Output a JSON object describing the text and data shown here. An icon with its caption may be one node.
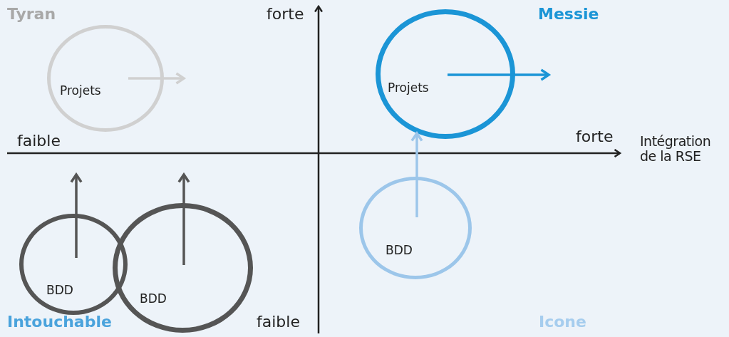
{
  "diagram": {
    "nodes": [
      {
        "text": [
          "Projets"
        ]
      },
      {
        "text": [
          "Projets"
        ]
      },
      {
        "text": [
          "BDD"
        ]
      },
      {
        "text": [
          "BDD"
        ]
      },
      {
        "text": [
          "BDD"
        ]
      }
    ],
    "edges": [
      {
        "from": 0,
        "to": null,
        "arrow": "to",
        "color": "#d0d0d0"
      },
      {
        "from": 1,
        "to": null,
        "arrow": "to",
        "color": "#1b95d6"
      },
      {
        "from": 2,
        "to": 1,
        "arrow": "to",
        "color": "#9cc6ea"
      },
      {
        "from": 3,
        "to": null,
        "arrow": "to"
      },
      {
        "from": 4,
        "to": null,
        "arrow": "to"
      }
    ],
    "labels": [
      "Tyran",
      "forte",
      "Messie",
      "faible",
      "forte",
      "Intégration de la RSE",
      "Intouchable",
      "faible",
      "Icone"
    ]
  }
}
